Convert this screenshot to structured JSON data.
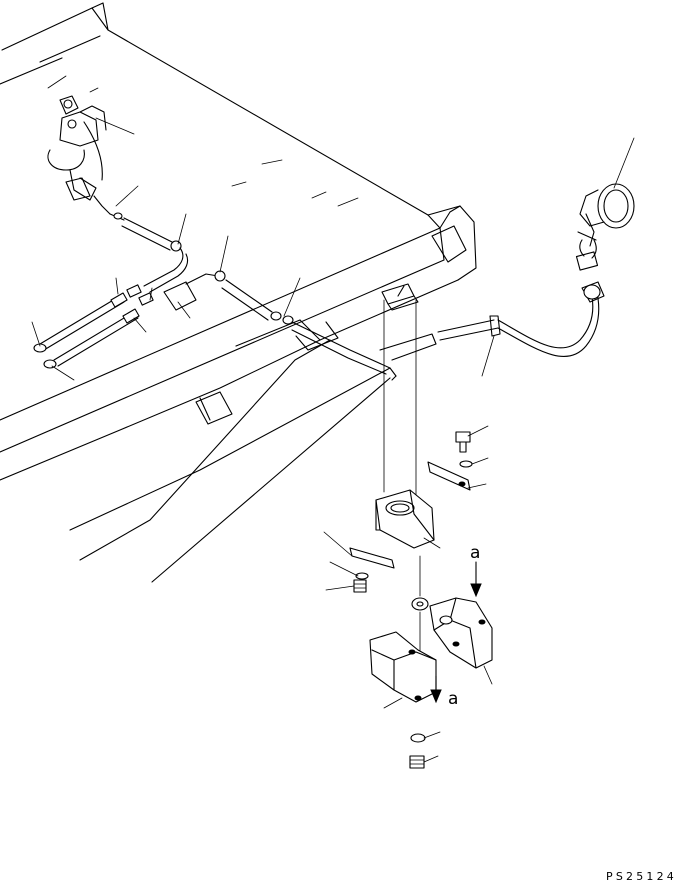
{
  "view_markers": {
    "upper": "a",
    "lower": "a"
  },
  "drawing_code": "PS25124"
}
